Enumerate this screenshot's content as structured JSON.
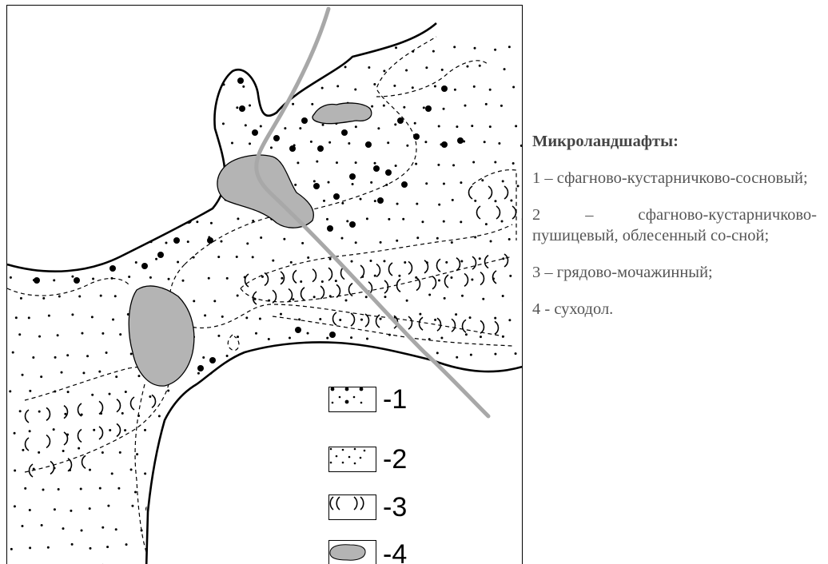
{
  "legend": {
    "items": [
      {
        "key": "1",
        "label": "-1",
        "pattern": "large-and-small-dots"
      },
      {
        "key": "2",
        "label": "-2",
        "pattern": "small-dots"
      },
      {
        "key": "3",
        "label": "-3",
        "pattern": "hummock-arcs"
      },
      {
        "key": "4",
        "label": "-4",
        "pattern": "gray-fill"
      }
    ]
  },
  "caption": {
    "title": "Микроландшафты:",
    "items": [
      "1 – сфагново-кустарничково-сосновый;",
      "2 – сфагново-кустарничково-пушицевый, облесенный со-сной;",
      "3 – грядово-мочажинный;",
      "4 - суходол."
    ]
  },
  "colors": {
    "dry_land_fill": "#b4b4b4",
    "transect_line": "#a8a8a8",
    "outline": "#000000",
    "caption_text": "#555555"
  }
}
